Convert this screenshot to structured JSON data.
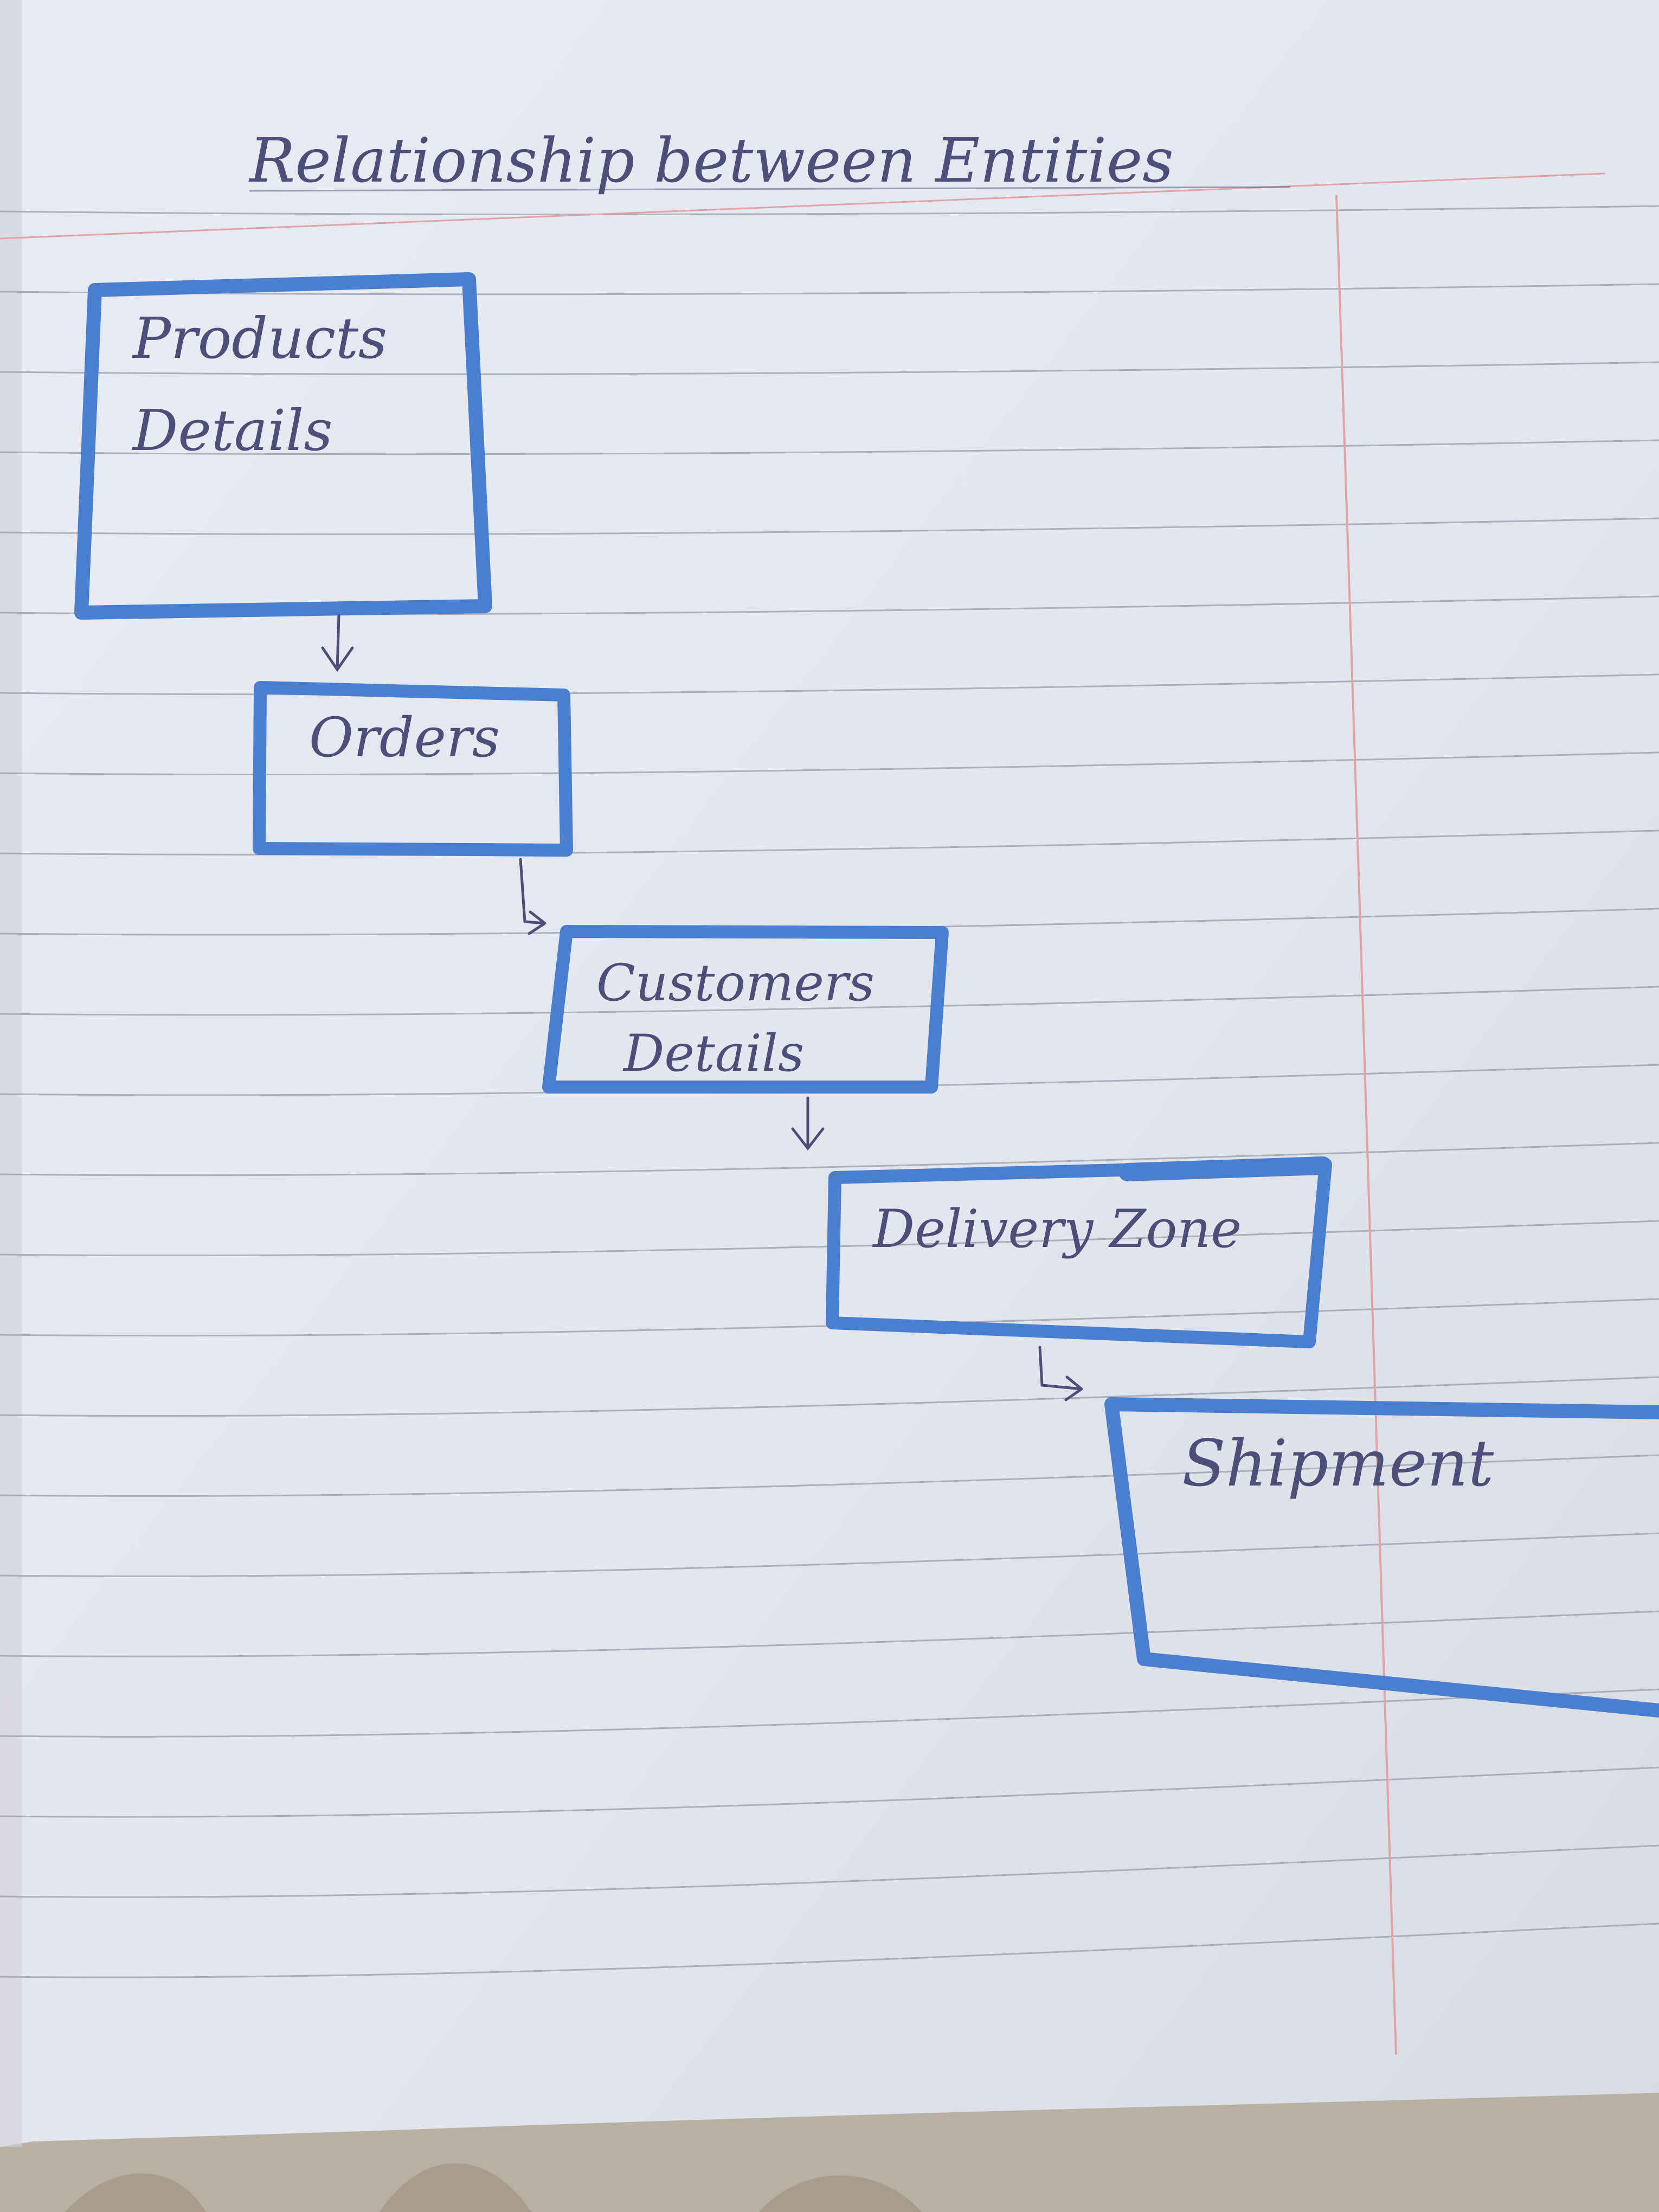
{
  "title": "Relationship between Entities",
  "entities": [
    {
      "id": "products",
      "lines": [
        "Products",
        "Details"
      ]
    },
    {
      "id": "orders",
      "lines": [
        "Orders"
      ]
    },
    {
      "id": "customers",
      "lines": [
        "Customers",
        "Details"
      ]
    },
    {
      "id": "delivery-zone",
      "lines": [
        "Delivery Zone"
      ]
    },
    {
      "id": "shipment",
      "lines": [
        "Shipment"
      ]
    }
  ],
  "relationships": [
    {
      "from": "products",
      "to": "orders",
      "arrow": "down-arrow-icon"
    },
    {
      "from": "orders",
      "to": "customers",
      "arrow": "hook-right-arrow-icon"
    },
    {
      "from": "customers",
      "to": "delivery-zone",
      "arrow": "down-arrow-icon"
    },
    {
      "from": "delivery-zone",
      "to": "shipment",
      "arrow": "hook-right-arrow-icon"
    }
  ],
  "colors": {
    "box_stroke": "#4a7fd0",
    "ink": "#4b4f7a",
    "ruled_line": "#9a9caa",
    "margin_line": "#e0a3a6",
    "paper": "#e7e9f0"
  }
}
